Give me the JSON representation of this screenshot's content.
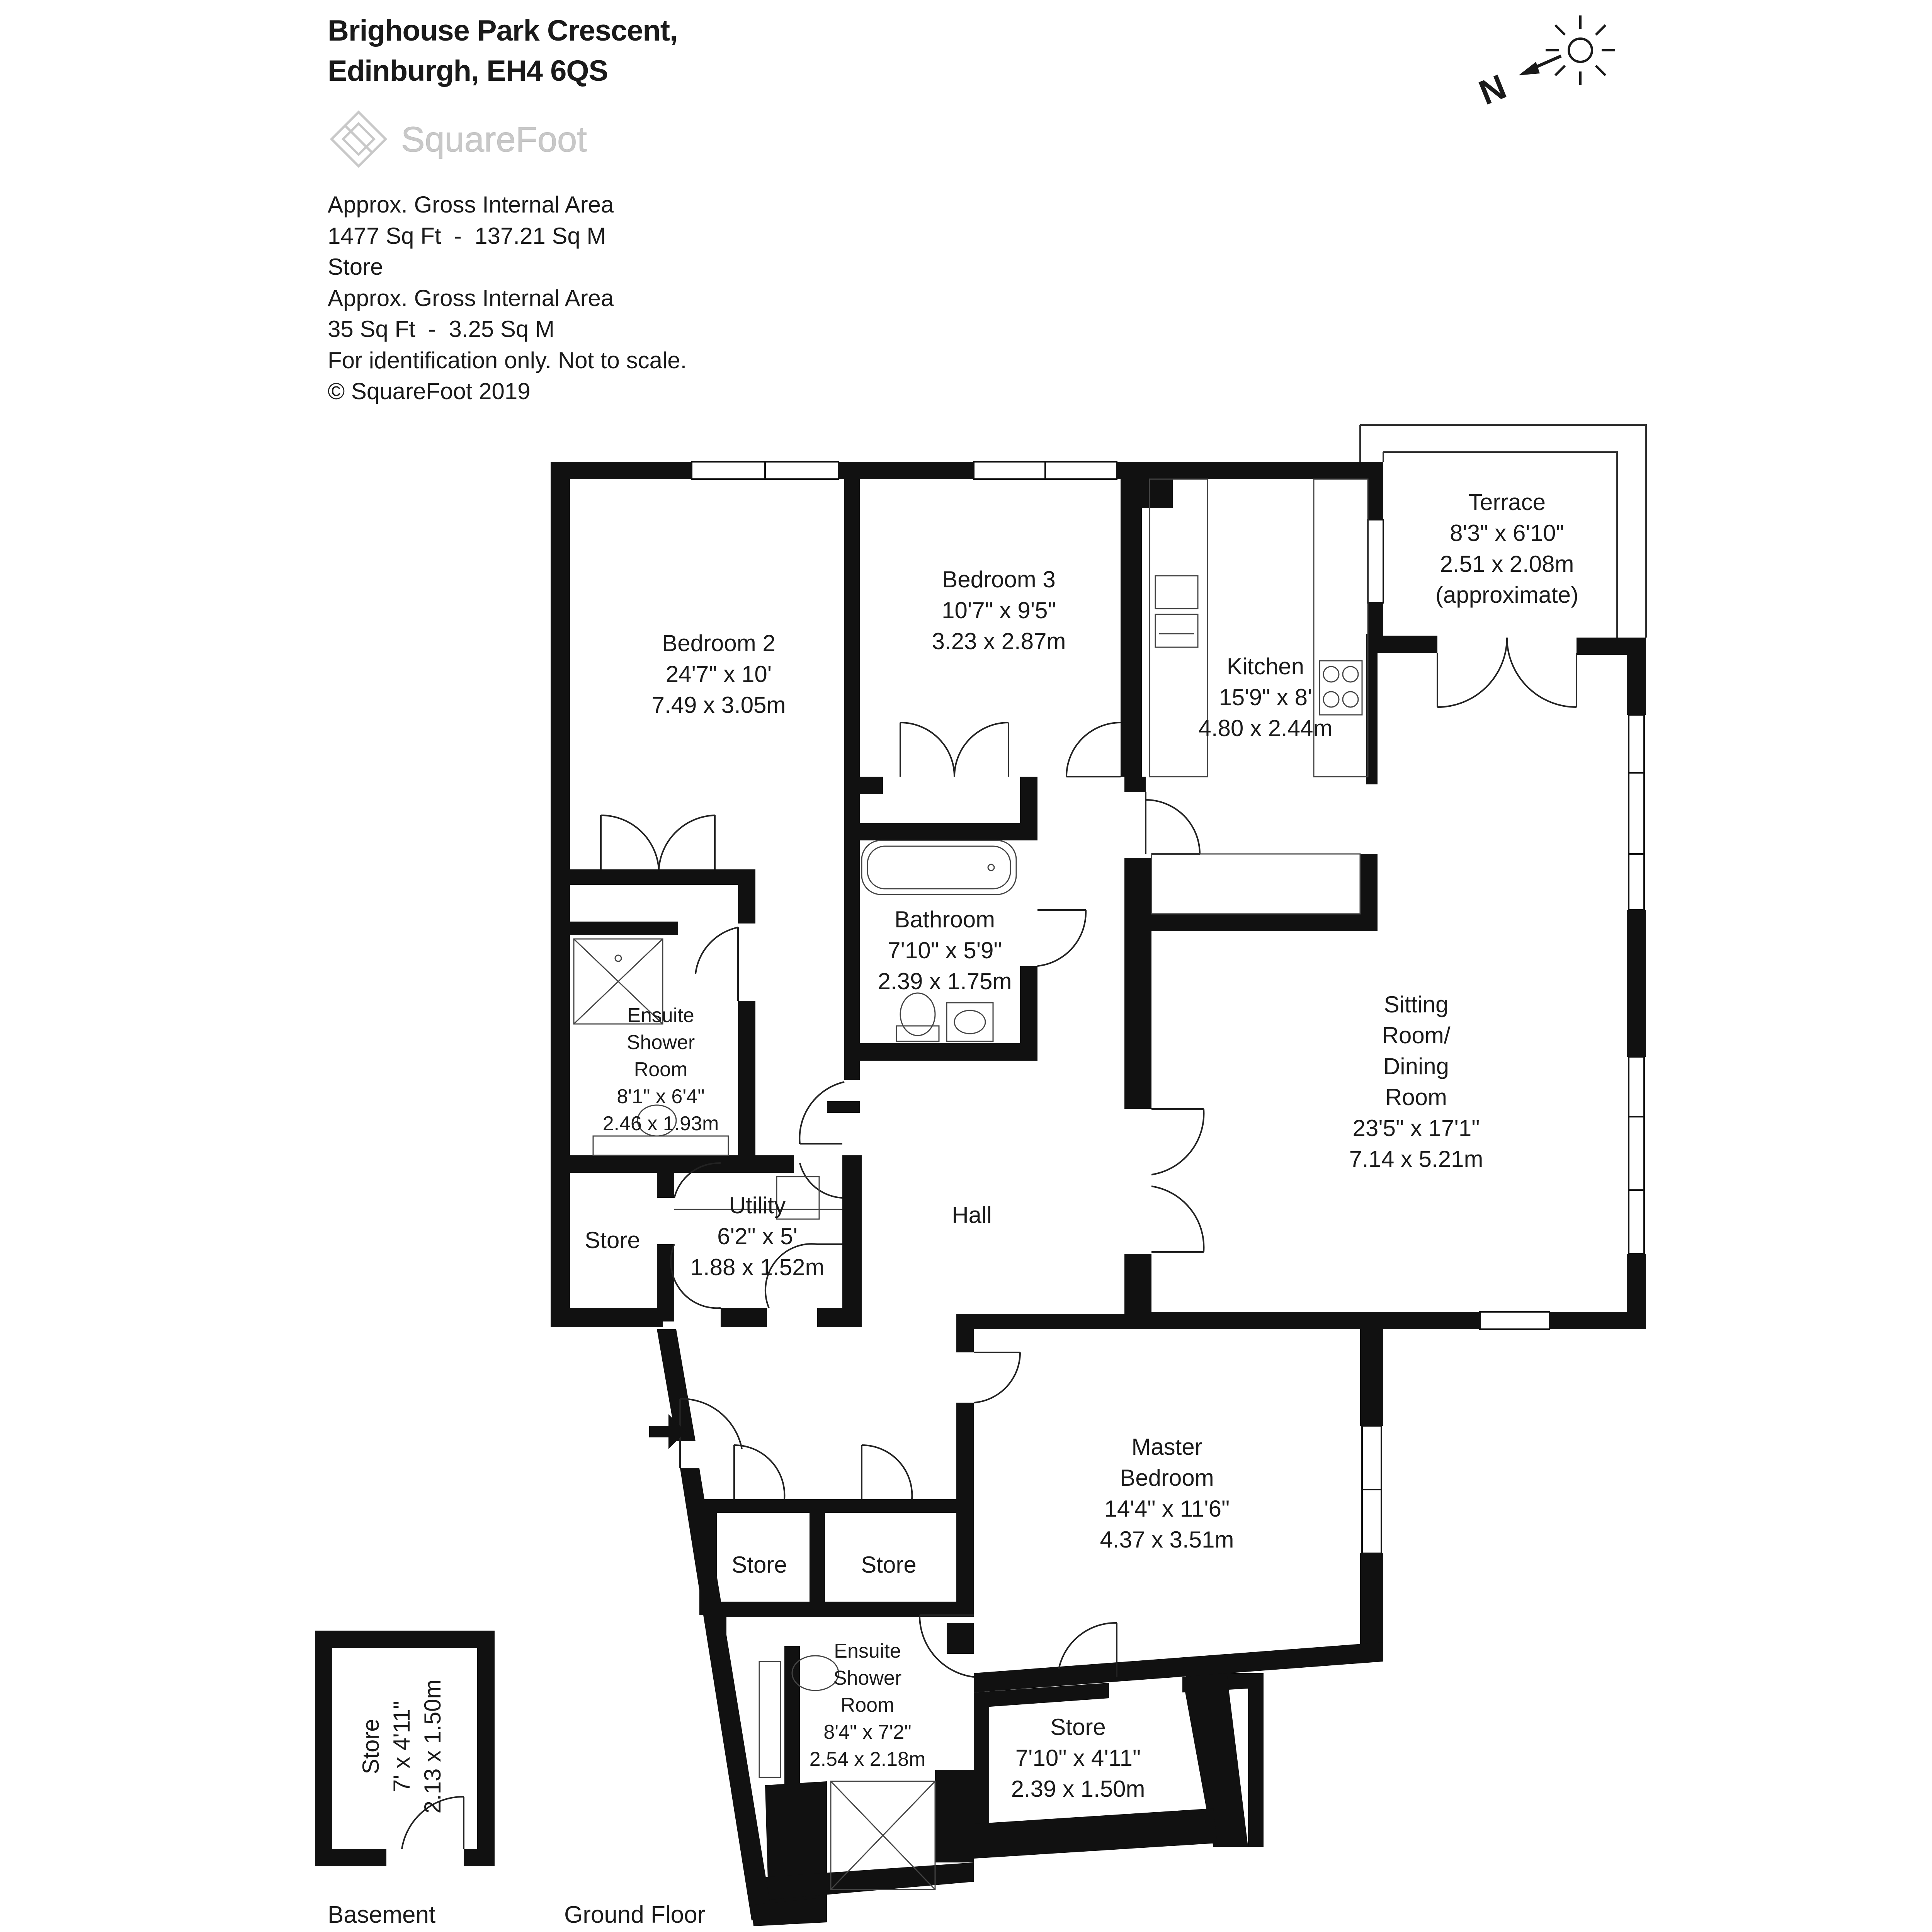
{
  "header": {
    "title_line1": "Brighouse Park Crescent,",
    "title_line2": "Edinburgh, EH4 6QS"
  },
  "logo": {
    "text": "SquareFoot"
  },
  "info": {
    "line1": "Approx. Gross Internal Area",
    "line2": "1477 Sq Ft  -  137.21 Sq M",
    "line3": "Store",
    "line4": "Approx. Gross Internal Area",
    "line5": "35 Sq Ft  -  3.25 Sq M",
    "line6": "For identification only. Not to scale.",
    "line7": "© SquareFoot 2019"
  },
  "compass": {
    "label": "N",
    "icon": "sun-icon"
  },
  "rooms": {
    "bedroom2": {
      "name": "Bedroom 2",
      "imperial": "24'7\" x 10'",
      "metric": "7.49 x 3.05m"
    },
    "bedroom3": {
      "name": "Bedroom 3",
      "imperial": "10'7\" x 9'5\"",
      "metric": "3.23 x 2.87m"
    },
    "kitchen": {
      "name": "Kitchen",
      "imperial": "15'9\" x 8'",
      "metric": "4.80 x 2.44m"
    },
    "terrace": {
      "name": "Terrace",
      "imperial": "8'3\" x 6'10\"",
      "metric": "2.51 x 2.08m",
      "note": "(approximate)"
    },
    "bathroom": {
      "name": "Bathroom",
      "imperial": "7'10\" x 5'9\"",
      "metric": "2.39 x 1.75m"
    },
    "ensuite1": {
      "l1": "Ensuite",
      "l2": "Shower",
      "l3": "Room",
      "imperial": "8'1\" x 6'4\"",
      "metric": "2.46 x 1.93m"
    },
    "sitting": {
      "l1": "Sitting",
      "l2": "Room/",
      "l3": "Dining",
      "l4": "Room",
      "imperial": "23'5\" x 17'1\"",
      "metric": "7.14 x 5.21m"
    },
    "utility": {
      "name": "Utility",
      "imperial": "6'2\" x 5'",
      "metric": "1.88 x 1.52m"
    },
    "store_left": {
      "name": "Store"
    },
    "hall": {
      "name": "Hall"
    },
    "master": {
      "l1": "Master",
      "l2": "Bedroom",
      "imperial": "14'4\" x 11'6\"",
      "metric": "4.37 x 3.51m"
    },
    "store_a": {
      "name": "Store"
    },
    "store_b": {
      "name": "Store"
    },
    "ensuite2": {
      "l1": "Ensuite",
      "l2": "Shower",
      "l3": "Room",
      "imperial": "8'4\" x 7'2\"",
      "metric": "2.54 x 2.18m"
    },
    "store_bottom": {
      "name": "Store",
      "imperial": "7'10\" x 4'11\"",
      "metric": "2.39 x 1.50m"
    },
    "basement_store": {
      "name": "Store",
      "imperial": "7' x 4'11\"",
      "metric": "2.13 x 1.50m"
    }
  },
  "floors": {
    "basement": "Basement",
    "ground": "Ground Floor"
  }
}
